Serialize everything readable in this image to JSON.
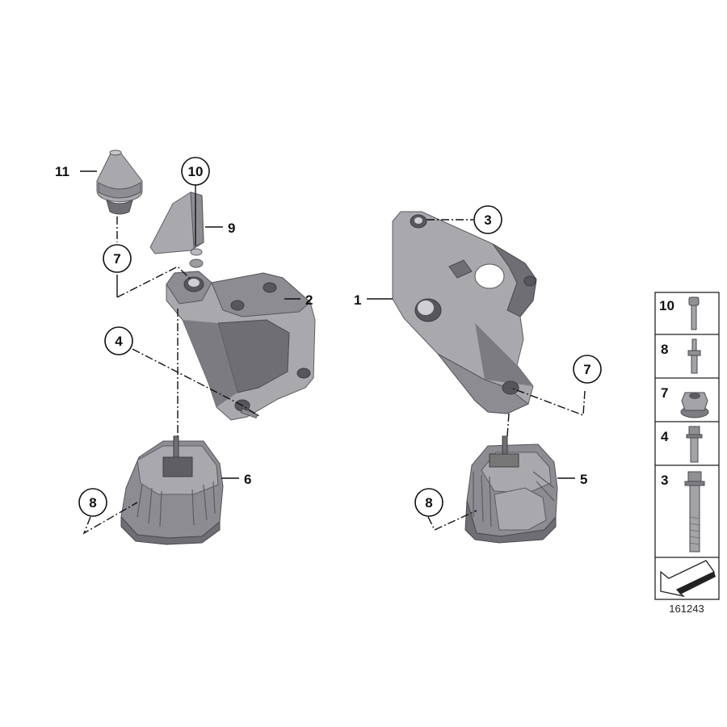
{
  "diagram": {
    "callouts": {
      "part_1": "1",
      "part_2": "2",
      "part_3": "3",
      "part_4": "4",
      "part_5": "5",
      "part_6": "6",
      "part_7_left": "7",
      "part_7_right": "7",
      "part_8_left": "8",
      "part_8_right": "8",
      "part_9": "9",
      "part_10": "10",
      "part_11": "11"
    },
    "legend": {
      "items": [
        {
          "number": "10",
          "icon": "screw-icon"
        },
        {
          "number": "8",
          "icon": "stud-bolt-icon"
        },
        {
          "number": "7",
          "icon": "hex-collar-nut-icon"
        },
        {
          "number": "4",
          "icon": "collar-bolt-icon"
        },
        {
          "number": "3",
          "icon": "long-hex-bolt-icon"
        }
      ],
      "direction_icon": "arrow-icon"
    },
    "diagram_id": "161243"
  }
}
